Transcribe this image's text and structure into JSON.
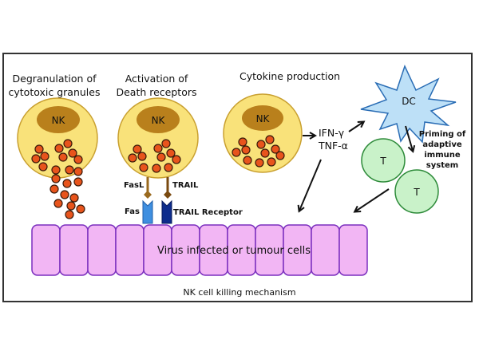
{
  "figure": {
    "caption": "NK cell killing mechanism",
    "colors": {
      "nk_cell_fill": "#F9E27A",
      "nk_cell_stroke": "#C9A030",
      "nucleus_fill": "#B9801C",
      "granule_fill": "#E8541C",
      "target_cell_fill": "#F2B6F4",
      "target_cell_stroke": "#7B2FBE",
      "dc_fill": "#BDE0F7",
      "dc_stroke": "#2A6DB5",
      "t_cell_fill": "#C9F2C9",
      "t_cell_stroke": "#2E8B3A",
      "fas_color": "#3F8FE0",
      "trail_receptor_color": "#0D2C8C",
      "ligand_color": "#9A6A1E"
    }
  },
  "panels": {
    "degranulation": {
      "title_line1": "Degranulation of",
      "title_line2": "cytotoxic granules",
      "cell_label": "NK"
    },
    "death_receptors": {
      "title_line1": "Activation of",
      "title_line2": "Death receptors",
      "cell_label": "NK",
      "fasl_label": "FasL",
      "trail_label": "TRAIL",
      "fas_label": "Fas",
      "trail_receptor_label": "TRAIL Receptor"
    },
    "cytokine": {
      "title": "Cytokine production",
      "cell_label": "NK",
      "cytokine1": "IFN-γ",
      "cytokine2": "TNF-α"
    }
  },
  "adaptive": {
    "dc_label": "DC",
    "t_cell_label": "T",
    "priming_line1": "Priming of",
    "priming_line2": "adaptive",
    "priming_line3": "immune",
    "priming_line4": "system"
  },
  "target": {
    "label": "Virus infected or tumour cells",
    "cell_count": 12
  }
}
